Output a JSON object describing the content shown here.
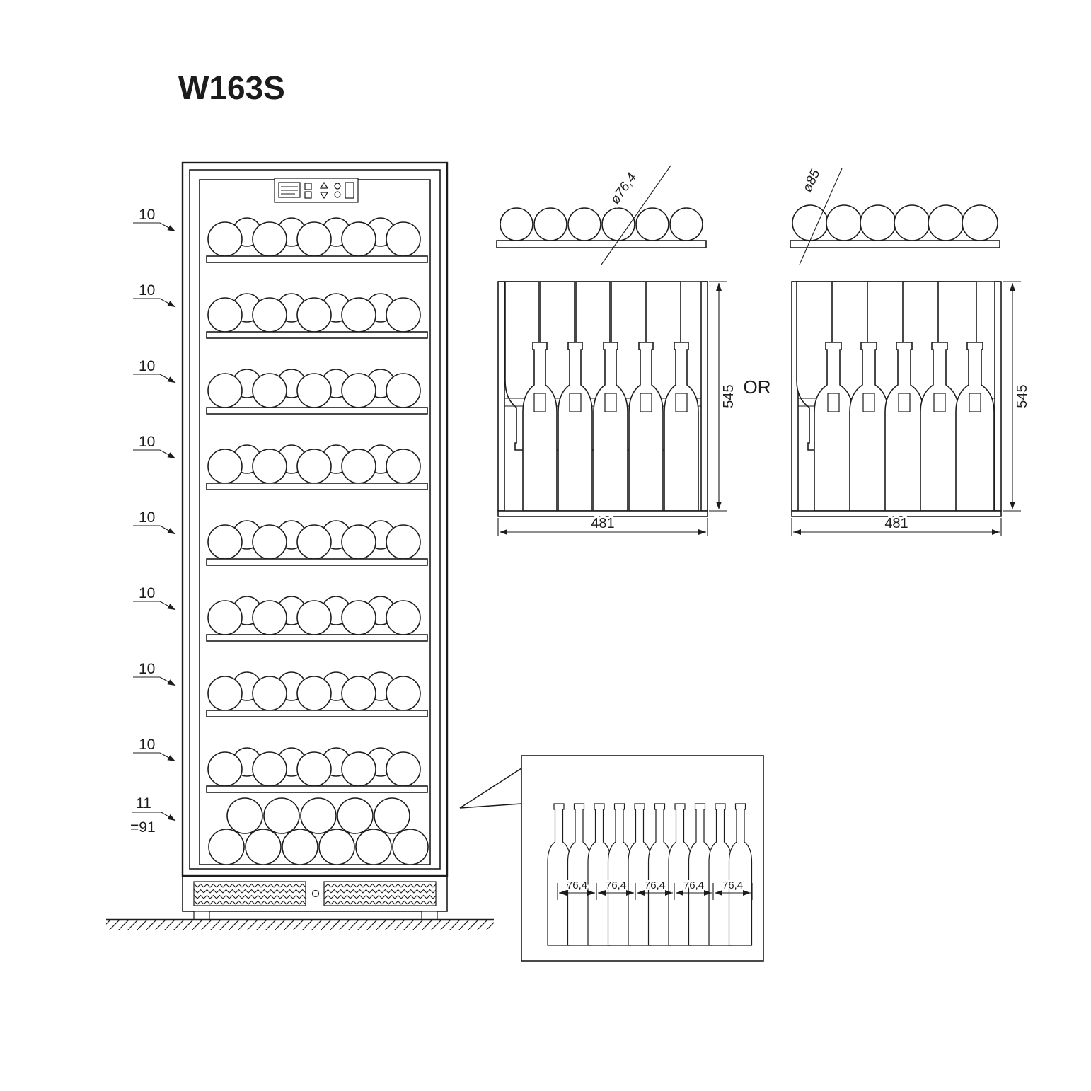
{
  "title": "W163S",
  "cabinet": {
    "shelf_counts": [
      "10",
      "10",
      "10",
      "10",
      "10",
      "10",
      "10",
      "10"
    ],
    "bottom_row_count": "11",
    "total_label": "=91"
  },
  "racks": {
    "or_label": "OR",
    "rack_a": {
      "bottle_diameter": "ø76,4",
      "height_mm": "545",
      "width_mm": "481"
    },
    "rack_b": {
      "bottle_diameter": "ø85",
      "height_mm": "545",
      "width_mm": "481"
    }
  },
  "detail_callout": {
    "spacing_labels": [
      "76,4",
      "76,4",
      "76,4",
      "76,4",
      "76,4"
    ]
  }
}
